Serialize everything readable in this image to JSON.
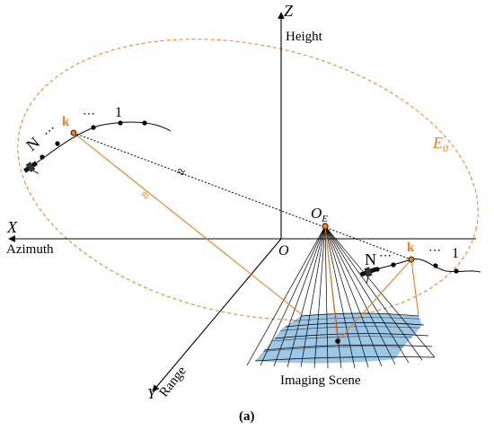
{
  "axes": {
    "z_letter": "Z",
    "z_label": "Height",
    "x_letter": "X",
    "x_label": "Azimuth",
    "y_letter": "Y",
    "y_label": "Range",
    "origin": "O"
  },
  "scene": {
    "center_label": "O",
    "center_subscript": "E",
    "caption": "Imaging Scene"
  },
  "ellipse": {
    "label": "E",
    "subscript": "0"
  },
  "track_left": {
    "n_label": "N",
    "k_label": "k",
    "dots": "⋯",
    "one_label": "1"
  },
  "track_right": {
    "n_label": "N",
    "k_label": "k",
    "dots": "⋯",
    "one_label": "1"
  },
  "distance_mark": "≈",
  "figure_label": "(a)",
  "colors": {
    "orange": "#f07d20",
    "black": "#000000",
    "scene_fill": "#9cc7e6"
  }
}
